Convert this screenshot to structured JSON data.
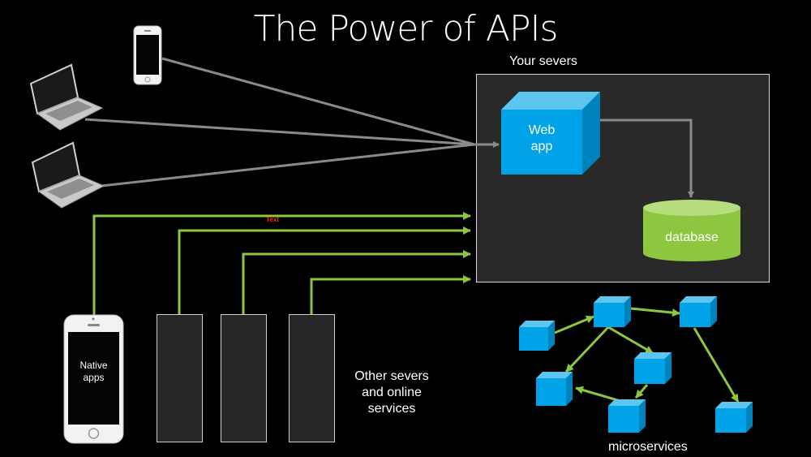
{
  "title": "The Power of APIs",
  "servers_label": "Your severs",
  "web_app_label": "Web\napp",
  "database_label": "database",
  "native_apps_label": "Native\napps",
  "text_label": "Text",
  "other_servers_label": "Other severs\nand online\nservices",
  "microservices_label": "microservices",
  "colors": {
    "background": "#000000",
    "cube_blue": "#00a2e8",
    "database_green": "#8dc63f",
    "api_green": "#8dc63f",
    "gray_line": "#8a8a8a",
    "red_text": "#ff2a1a"
  }
}
